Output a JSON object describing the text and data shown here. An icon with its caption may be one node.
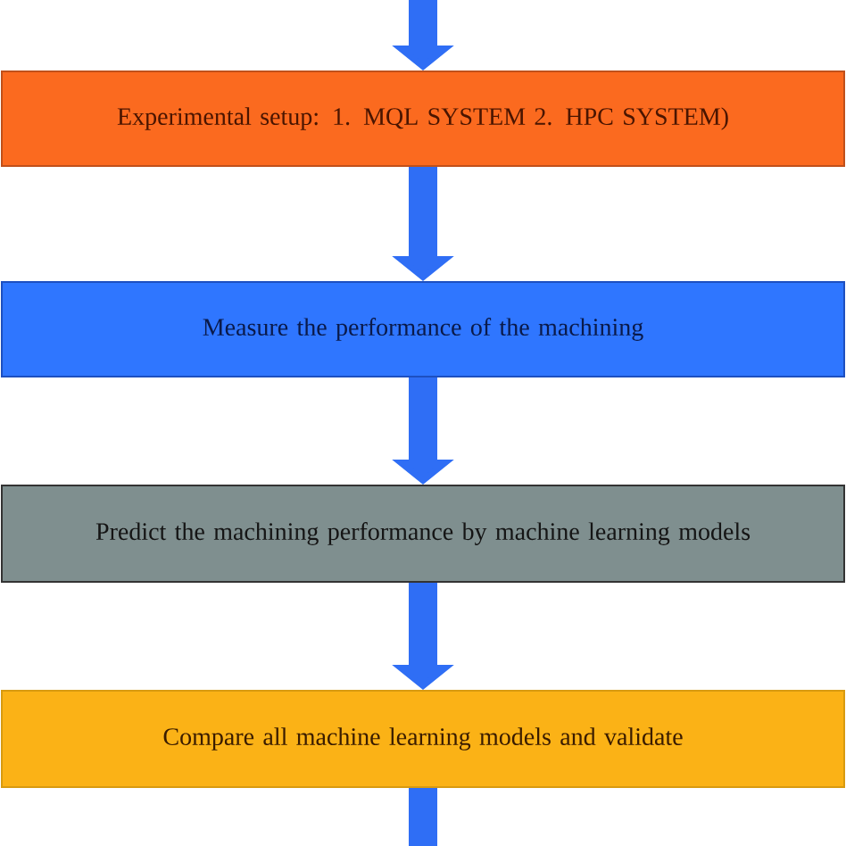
{
  "diagram": {
    "nodes": [
      {
        "text": [
          "Experimental setup: 1. MQL SYSTEM 2. HPC SYSTEM)"
        ]
      },
      {
        "text": [
          "Measure the performance of the machining"
        ]
      },
      {
        "text": [
          "Predict the machining performance by machine learning models"
        ]
      },
      {
        "text": [
          "Compare all machine learning models and validate"
        ]
      }
    ],
    "edges": [
      {
        "from": null,
        "to": 0,
        "arrow": "to"
      },
      {
        "from": 0,
        "to": 1,
        "arrow": "to"
      },
      {
        "from": 1,
        "to": 2,
        "arrow": "to"
      },
      {
        "from": 2,
        "to": 3,
        "arrow": "to"
      },
      {
        "from": 3,
        "to": null,
        "arrow": "none"
      }
    ]
  }
}
